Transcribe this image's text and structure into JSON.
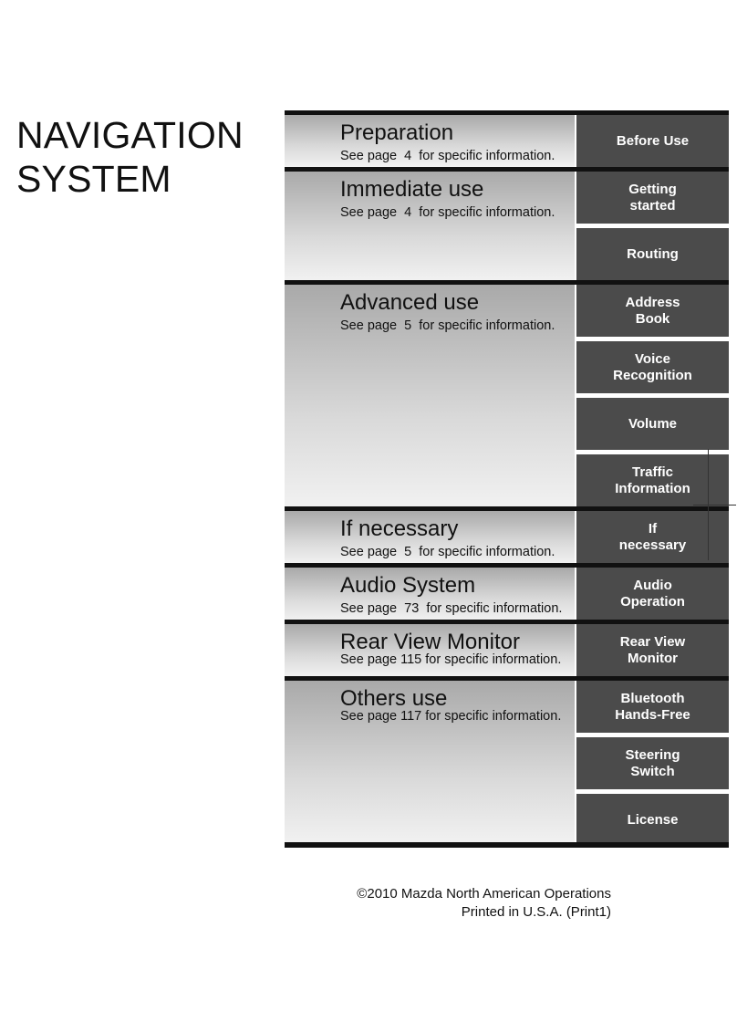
{
  "title": {
    "line1": "NAVIGATION",
    "line2": "SYSTEM"
  },
  "sections": [
    {
      "heading": "Preparation",
      "reference": "See page  4  for specific information.",
      "tabs": [
        "Before Use"
      ]
    },
    {
      "heading": "Immediate use",
      "reference": "See page  4  for specific information.",
      "tabs": [
        "Getting\nstarted",
        "Routing"
      ]
    },
    {
      "heading": "Advanced use",
      "reference": "See page  5  for specific information.",
      "tabs": [
        "Address\nBook",
        "Voice\nRecognition",
        "Volume",
        "Traffic\nInformation"
      ]
    },
    {
      "heading": "If necessary",
      "reference": "See page  5  for specific information.",
      "tabs": [
        "If\nnecessary"
      ]
    },
    {
      "heading": "Audio System",
      "reference": "See page  73  for specific information.",
      "tabs": [
        "Audio\nOperation"
      ]
    },
    {
      "heading": "Rear View Monitor",
      "reference": "See page 115 for specific information.",
      "tabs": [
        "Rear View\nMonitor"
      ]
    },
    {
      "heading": "Others use",
      "reference": "See page 117 for specific information.",
      "tabs": [
        "Bluetooth\nHands-Free",
        "Steering\nSwitch",
        "License"
      ]
    }
  ],
  "footer": {
    "copyright": "©2010 Mazda North American Operations",
    "printed": "Printed in U.S.A. (Print1)"
  },
  "colors": {
    "tab_background": "#4b4b4b",
    "tab_text": "#ffffff",
    "rule": "#111111"
  }
}
